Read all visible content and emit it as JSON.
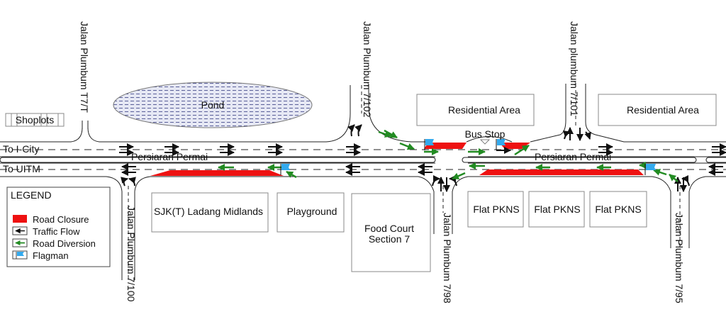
{
  "map": {
    "colors": {
      "road_closure": "#ee1111",
      "traffic_flow": "#111111",
      "road_diversion": "#228b22",
      "flagman": "#33aaee",
      "pond_fill": "#c8cce6",
      "building_stroke": "#888888"
    },
    "areas": {
      "shoplots": "Shoplots",
      "pond": "Pond",
      "residential_1": "Residential Area",
      "residential_2": "Residential Area",
      "bus_stop": "Bus Stop",
      "sjkt": "SJK(T) Ladang Midlands",
      "playground": "Playground",
      "food_court_line1": "Food Court",
      "food_court_line2": "Section 7",
      "flat_1": "Flat PKNS",
      "flat_2": "Flat PKNS",
      "flat_3": "Flat PKNS"
    },
    "roads": {
      "main_1": "Persiaran Permai",
      "main_2": "Persiaran Permai",
      "to_icity": "To I-City",
      "to_uitm": "To UITM",
      "side_t7t": "Jalan Plumbum T7/T",
      "side_7102": "Jalan Plumbum 7/102",
      "side_7101": "Jalan plumbum 7/101",
      "side_7100": "Jalan Plumbum 7/100",
      "side_798": "Jalan Plumbum 7/98",
      "side_795": "Jalan Plumbum 7/95"
    },
    "legend": {
      "title": "LEGEND",
      "items": [
        {
          "icon": "road-closure-swatch",
          "label": "Road Closure"
        },
        {
          "icon": "traffic-flow-arrow",
          "label": "Traffic Flow"
        },
        {
          "icon": "road-diversion-arrow",
          "label": "Road Diversion"
        },
        {
          "icon": "flagman-flag",
          "label": "Flagman"
        }
      ]
    }
  }
}
